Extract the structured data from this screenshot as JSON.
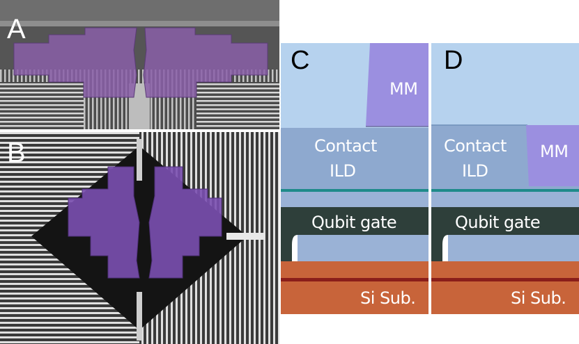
{
  "panels": {
    "a": {
      "letter": "A"
    },
    "b": {
      "letter": "B"
    },
    "c": {
      "letter": "C",
      "labels": {
        "mm": "MM",
        "contact": "Contact",
        "ild": "ILD",
        "qubit_gate": "Qubit gate",
        "substrate": "Si Sub."
      }
    },
    "d": {
      "letter": "D",
      "labels": {
        "mm": "MM",
        "contact": "Contact",
        "ild": "ILD",
        "qubit_gate": "Qubit gate",
        "substrate": "Si Sub."
      }
    }
  },
  "colors": {
    "micromagnet": "#9b8fe0",
    "highlight_purple": "#7a4fb0",
    "sky": "#b6d2ee",
    "ild": "#8ea9cf",
    "teal_line": "#1e8a8a",
    "qubit_gate": "#2e3f3a",
    "lower_ild": "#9ab2d6",
    "substrate": "#c8643a",
    "substrate_line": "#8a1e1a"
  }
}
